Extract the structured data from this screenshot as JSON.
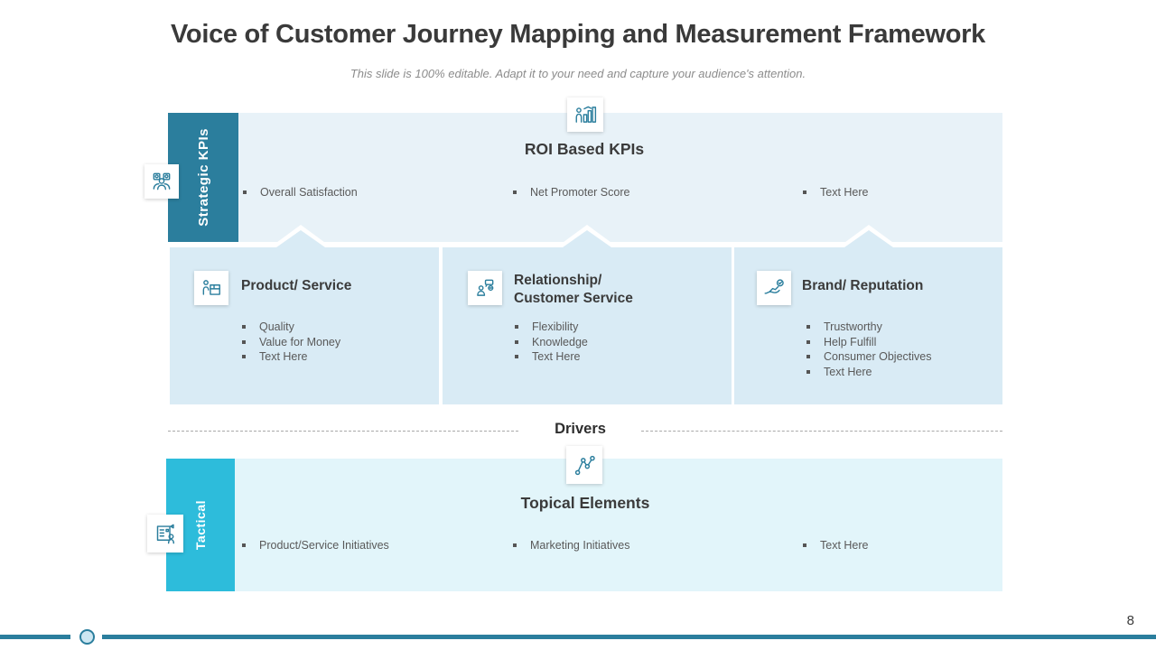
{
  "slide": {
    "title": "Voice of Customer Journey Mapping and Measurement Framework",
    "subtitle": "This slide is 100% editable. Adapt it to your need and capture your audience's attention.",
    "page_number": "8"
  },
  "strategic": {
    "sidebar_label": "Strategic KPIs",
    "heading": "ROI Based KPIs",
    "bullets": [
      "Overall Satisfaction",
      "Net Promoter Score",
      "Text Here"
    ]
  },
  "kpi_boxes": [
    {
      "title": "Product/ Service",
      "bullets": [
        "Quality",
        "Value for Money",
        "Text Here"
      ]
    },
    {
      "title": "Relationship/ Customer Service",
      "bullets": [
        "Flexibility",
        "Knowledge",
        "Text Here"
      ]
    },
    {
      "title": "Brand/ Reputation",
      "bullets": [
        "Trustworthy",
        "Help Fulfill",
        "Consumer Objectives",
        "Text Here"
      ]
    }
  ],
  "divider": {
    "label": "Drivers"
  },
  "tactical": {
    "sidebar_label": "Tactical",
    "heading": "Topical Elements",
    "bullets": [
      "Product/Service Initiatives",
      "Marketing Initiatives",
      "Text Here"
    ]
  },
  "icons": [
    "people-group-icon",
    "roi-chart-icon",
    "product-box-icon",
    "relationship-chat-icon",
    "brand-hand-check-icon",
    "topical-connected-dots-icon",
    "tactical-clipboard-icon"
  ],
  "colors": {
    "teal": "#2b7e9d",
    "cyan": "#2dbcdb",
    "panel_light_blue": "#e8f2f8",
    "kpi_box_blue": "#d9ebf5",
    "tactical_light_cyan": "#e2f5fa",
    "text_dark": "#3b3b3b",
    "text_gray": "#595959"
  }
}
